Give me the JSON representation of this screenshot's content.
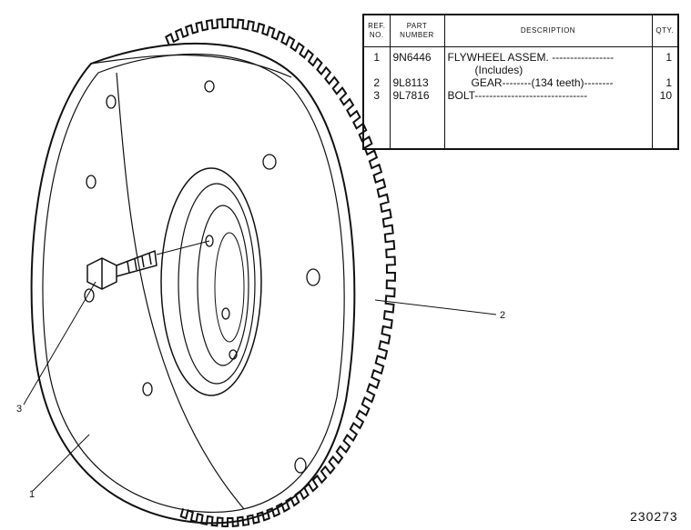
{
  "table": {
    "headers": {
      "ref": "REF. NO.",
      "part": "PART NUMBER",
      "desc": "DESCRIPTION",
      "qty": "QTY."
    },
    "rows": [
      {
        "ref": "1",
        "part": "9N6446",
        "desc": "FLYWHEEL ASSEM. -----------------",
        "sub": "(Includes)",
        "qty": "1"
      },
      {
        "ref": "2",
        "part": "9L8113",
        "desc": "GEAR--------(134 teeth)--------",
        "qty": "1"
      },
      {
        "ref": "3",
        "part": "9L7816",
        "desc": "BOLT-------------------------------",
        "qty": "10"
      }
    ]
  },
  "callouts": [
    "1",
    "2",
    "3"
  ],
  "drawing_number": "230273"
}
